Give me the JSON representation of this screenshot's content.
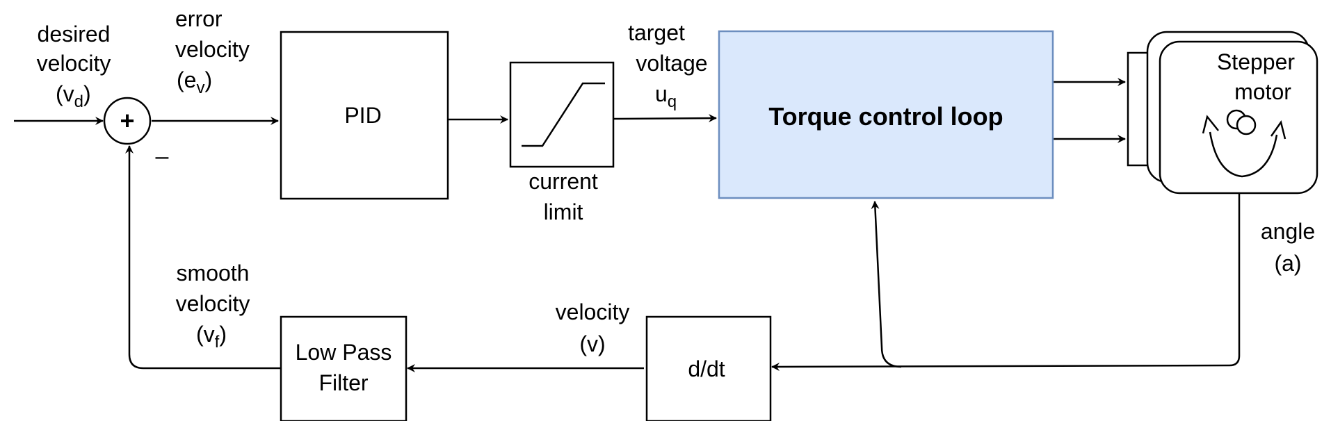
{
  "blocks": {
    "pid": "PID",
    "torque_loop": "Torque control loop",
    "motor_line1": "Stepper",
    "motor_line2": "motor",
    "low_pass_line1": "Low Pass",
    "low_pass_line2": "Filter",
    "derivative": "d/dt"
  },
  "summing_junction": {
    "plus": "+",
    "minus": "–"
  },
  "labels": {
    "desired_velocity": {
      "line1": "desired",
      "line2": "velocity",
      "symbol": "(v",
      "sub": "d",
      "close": ")"
    },
    "error_velocity": {
      "line1": "error",
      "line2": "velocity",
      "symbol": "(e",
      "sub": "v",
      "close": ")"
    },
    "target_voltage": {
      "line1": "target",
      "line2": "voltage",
      "symbol": "u",
      "sub": "q"
    },
    "current_limit": {
      "line1": "current",
      "line2": "limit"
    },
    "angle": {
      "line1": "angle",
      "line2": "(a)"
    },
    "velocity": {
      "line1": "velocity",
      "line2": "(v)"
    },
    "smooth_velocity": {
      "line1": "smooth",
      "line2": "velocity",
      "symbol": "(v",
      "sub": "f",
      "close": ")"
    }
  },
  "colors": {
    "torque_fill": "#dae8fc",
    "torque_stroke": "#6c8ebf",
    "line": "#000000"
  }
}
